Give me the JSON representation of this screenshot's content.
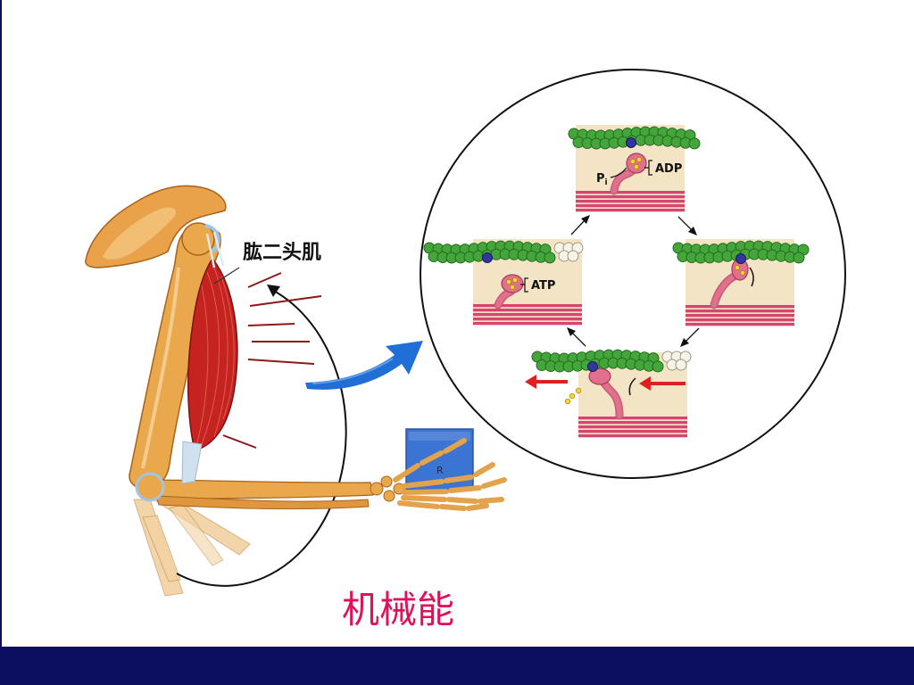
{
  "slide": {
    "muscle_label": "肱二头肌",
    "caption": "机械能"
  },
  "cycle": {
    "adp_label": "ADP",
    "pi_label": {
      "main": "P",
      "sub": "i"
    },
    "atp_label": "ATP"
  },
  "block": {
    "letter": "R"
  },
  "colors": {
    "caption": "#e0105a",
    "bottom_bar": "#0b0f5e",
    "actin": "#44a63a",
    "myosin_head": "#e0708c",
    "myosin_filament": "#d6456f",
    "muscle": "#c4231f",
    "bone": "#eaa84c",
    "block": "#3b74d2",
    "arrow_blue": "#1f6fd6",
    "force_arrow": "#e02020",
    "panel": "#f3e4c6"
  }
}
